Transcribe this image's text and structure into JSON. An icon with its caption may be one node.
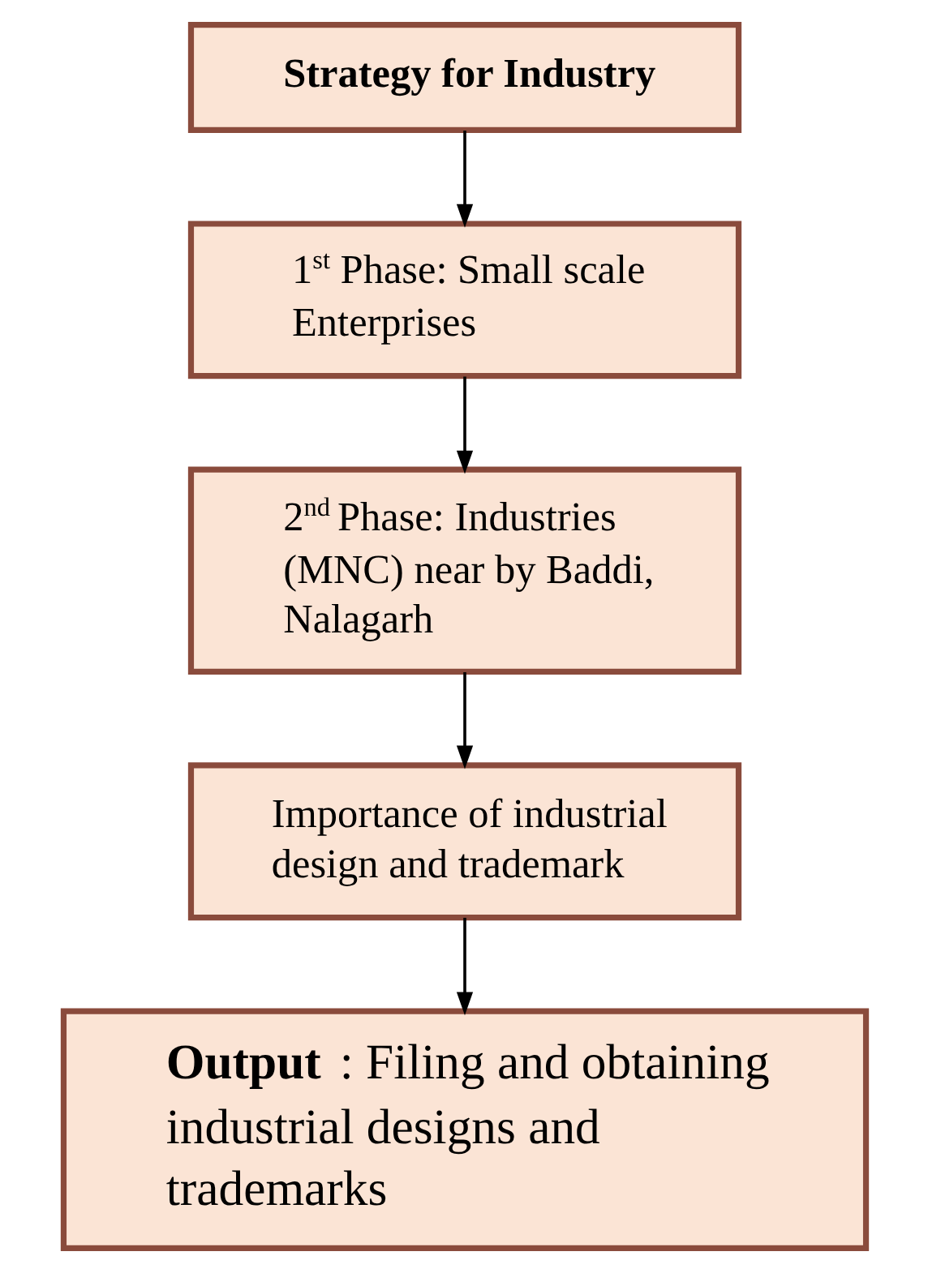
{
  "diagram": {
    "nodes": [
      {
        "text": [
          "Strategy for Industry"
        ]
      },
      {
        "text": [
          "1$^{st}$ Phase: Small scale Enterprises"
        ]
      },
      {
        "text": [
          "2$^{nd}$ Phase: Industries (MNC) near by Baddi, Nalagarh"
        ]
      },
      {
        "text": [
          "Importance of industrial design and trademark"
        ]
      },
      {
        "text": [
          "**Output** : Filing and obtaining industrial designs and trademarks"
        ]
      }
    ],
    "edges": [
      {
        "from": 0,
        "to": 1,
        "arrow": "to"
      },
      {
        "from": 1,
        "to": 2,
        "arrow": "to"
      },
      {
        "from": 2,
        "to": 3,
        "arrow": "to"
      },
      {
        "from": 3,
        "to": 4,
        "arrow": "to"
      }
    ]
  }
}
